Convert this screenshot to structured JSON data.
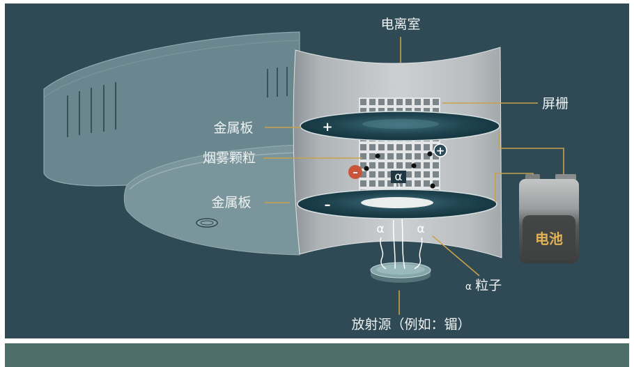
{
  "diagram": {
    "labels": {
      "ionization_chamber": "电离室",
      "screen_grid": "屏栅",
      "metal_plate_top": "金属板",
      "smoke_particles": "烟雾颗粒",
      "metal_plate_bottom": "金属板",
      "alpha_particles": {
        "symbol": "α",
        "text": "粒子"
      },
      "radiation_source": "放射源（例如：镅）",
      "battery": "电池"
    },
    "symbols": {
      "top_plate_sign": "+",
      "bottom_plate_sign": "–",
      "positive_ion": "+",
      "negative_ion": "–",
      "alpha_in_chamber": "α",
      "alpha_left": "α",
      "alpha_right": "α"
    }
  },
  "colors": {
    "background": "#2f4a55",
    "footer_strip": "#4d6d69",
    "leader_lines": "#c8a24a",
    "battery_label": "#e2b354",
    "positive_ion": "#2d4a5a",
    "negative_ion": "#c8553a"
  }
}
